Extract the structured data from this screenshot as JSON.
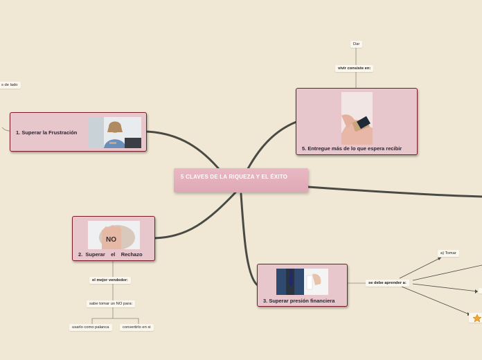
{
  "central": {
    "title": "5 CLAVES DE LA RIQUEZA Y EL ÉXITO"
  },
  "branches": {
    "frustracion": {
      "label": "1. Superar la Frustración",
      "image": "stressed-woman-photo"
    },
    "rechazo": {
      "label": "2.  Superar    el    Rechazo",
      "image": "no-hand-photo"
    },
    "presion": {
      "label": "3. Superar presión financiera",
      "image": "businessman-photo"
    },
    "entregue": {
      "label": "5. Entregue más de lo que espera recibir",
      "image": "gift-hands-photo"
    }
  },
  "subnodes": {
    "lado": "s de lado",
    "dar": "Dar",
    "vivir": "vivir consiste en:",
    "vendedor": "el mejor vendedor:",
    "saber_no": "sabe tomar un NO para:",
    "palanca": "usarlo como palanca",
    "convertirlo": "convertirlo en si",
    "aprender": "se debe aprender a:",
    "tomar": "a) Tomar"
  },
  "icons": {
    "star": "star-icon"
  },
  "colors": {
    "background": "#f0e8d4",
    "card": "#e7c6cc",
    "card_border": "#7a1b2b",
    "central": "#e3aebb",
    "line": "#4a4a44"
  }
}
